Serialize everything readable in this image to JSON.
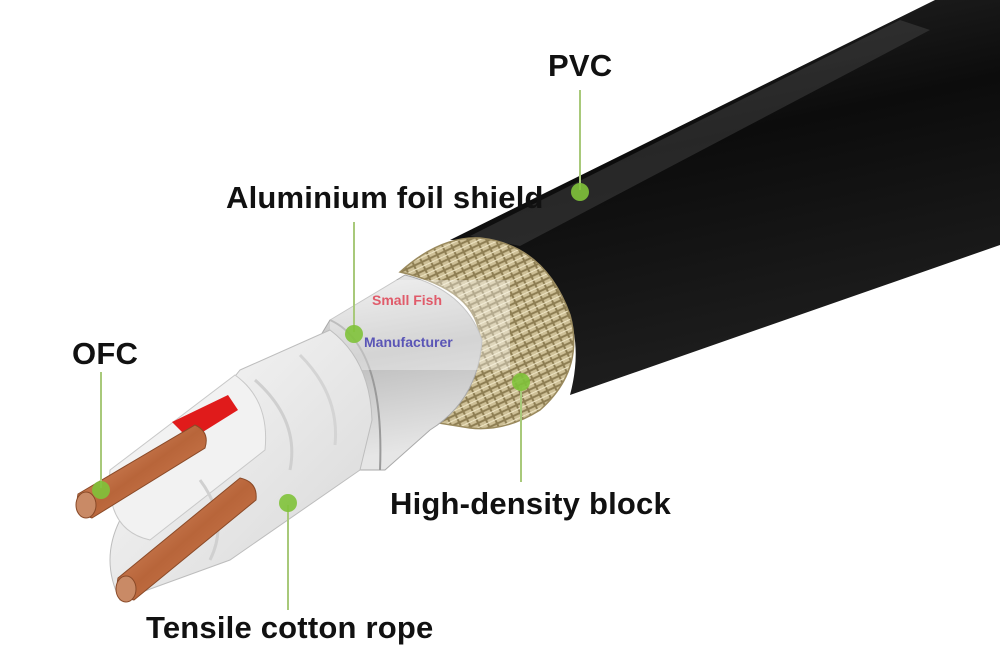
{
  "labels": {
    "pvc": "PVC",
    "foil": "Aluminium foil shield",
    "ofc": "OFC",
    "high_density": "High-density block",
    "rope": "Tensile cotton rope"
  },
  "watermark": {
    "line1": "Small Fish",
    "line2": "Manufacturer"
  },
  "colors": {
    "jacket": "#111111",
    "braid": "#d8cba5",
    "foil": "#c9c9c9",
    "copper": "#c9784a",
    "red_insulation": "#e01b1b",
    "callout_line": "#a8c97a",
    "callout_dot": "#7fc23a",
    "watermark_1": "#e05b6a",
    "watermark_2": "#5a55b6"
  }
}
